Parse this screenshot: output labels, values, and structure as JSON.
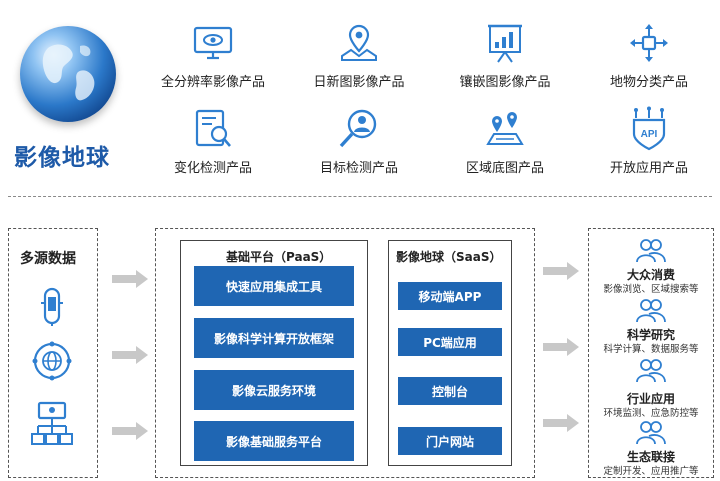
{
  "brand": {
    "title": "影像地球"
  },
  "products": [
    {
      "label": "全分辨率影像产品",
      "icon": "monitor-eye-icon"
    },
    {
      "label": "日新图影像产品",
      "icon": "map-pin-icon"
    },
    {
      "label": "镶嵌图影像产品",
      "icon": "presentation-chart-icon"
    },
    {
      "label": "地物分类产品",
      "icon": "hierarchy-arrows-icon"
    },
    {
      "label": "变化检测产品",
      "icon": "document-search-icon"
    },
    {
      "label": "目标检测产品",
      "icon": "person-search-icon"
    },
    {
      "label": "区域底图产品",
      "icon": "region-map-icon"
    },
    {
      "label": "开放应用产品",
      "icon": "api-shield-icon"
    }
  ],
  "sources": {
    "title": "多源数据",
    "icons": [
      "satellite-icon",
      "globe-network-icon",
      "data-network-icon"
    ]
  },
  "paas": {
    "title": "基础平台（PaaS）",
    "items": [
      "快速应用集成工具",
      "影像科学计算开放框架",
      "影像云服务环境",
      "影像基础服务平台"
    ]
  },
  "saas": {
    "title": "影像地球（SaaS）",
    "items": [
      "移动端APP",
      "PC端应用",
      "控制台",
      "门户网站"
    ]
  },
  "audiences": [
    {
      "title": "大众消费",
      "sub": "影像浏览、区域搜索等"
    },
    {
      "title": "科学研究",
      "sub": "科学计算、数据服务等"
    },
    {
      "title": "行业应用",
      "sub": "环境监测、应急防控等"
    },
    {
      "title": "生态联接",
      "sub": "定制开发、应用推广等"
    }
  ],
  "colors": {
    "primary_blue": "#1f66b3",
    "icon_blue": "#2f7fd0",
    "arrow_grey": "#c8c8c8"
  }
}
